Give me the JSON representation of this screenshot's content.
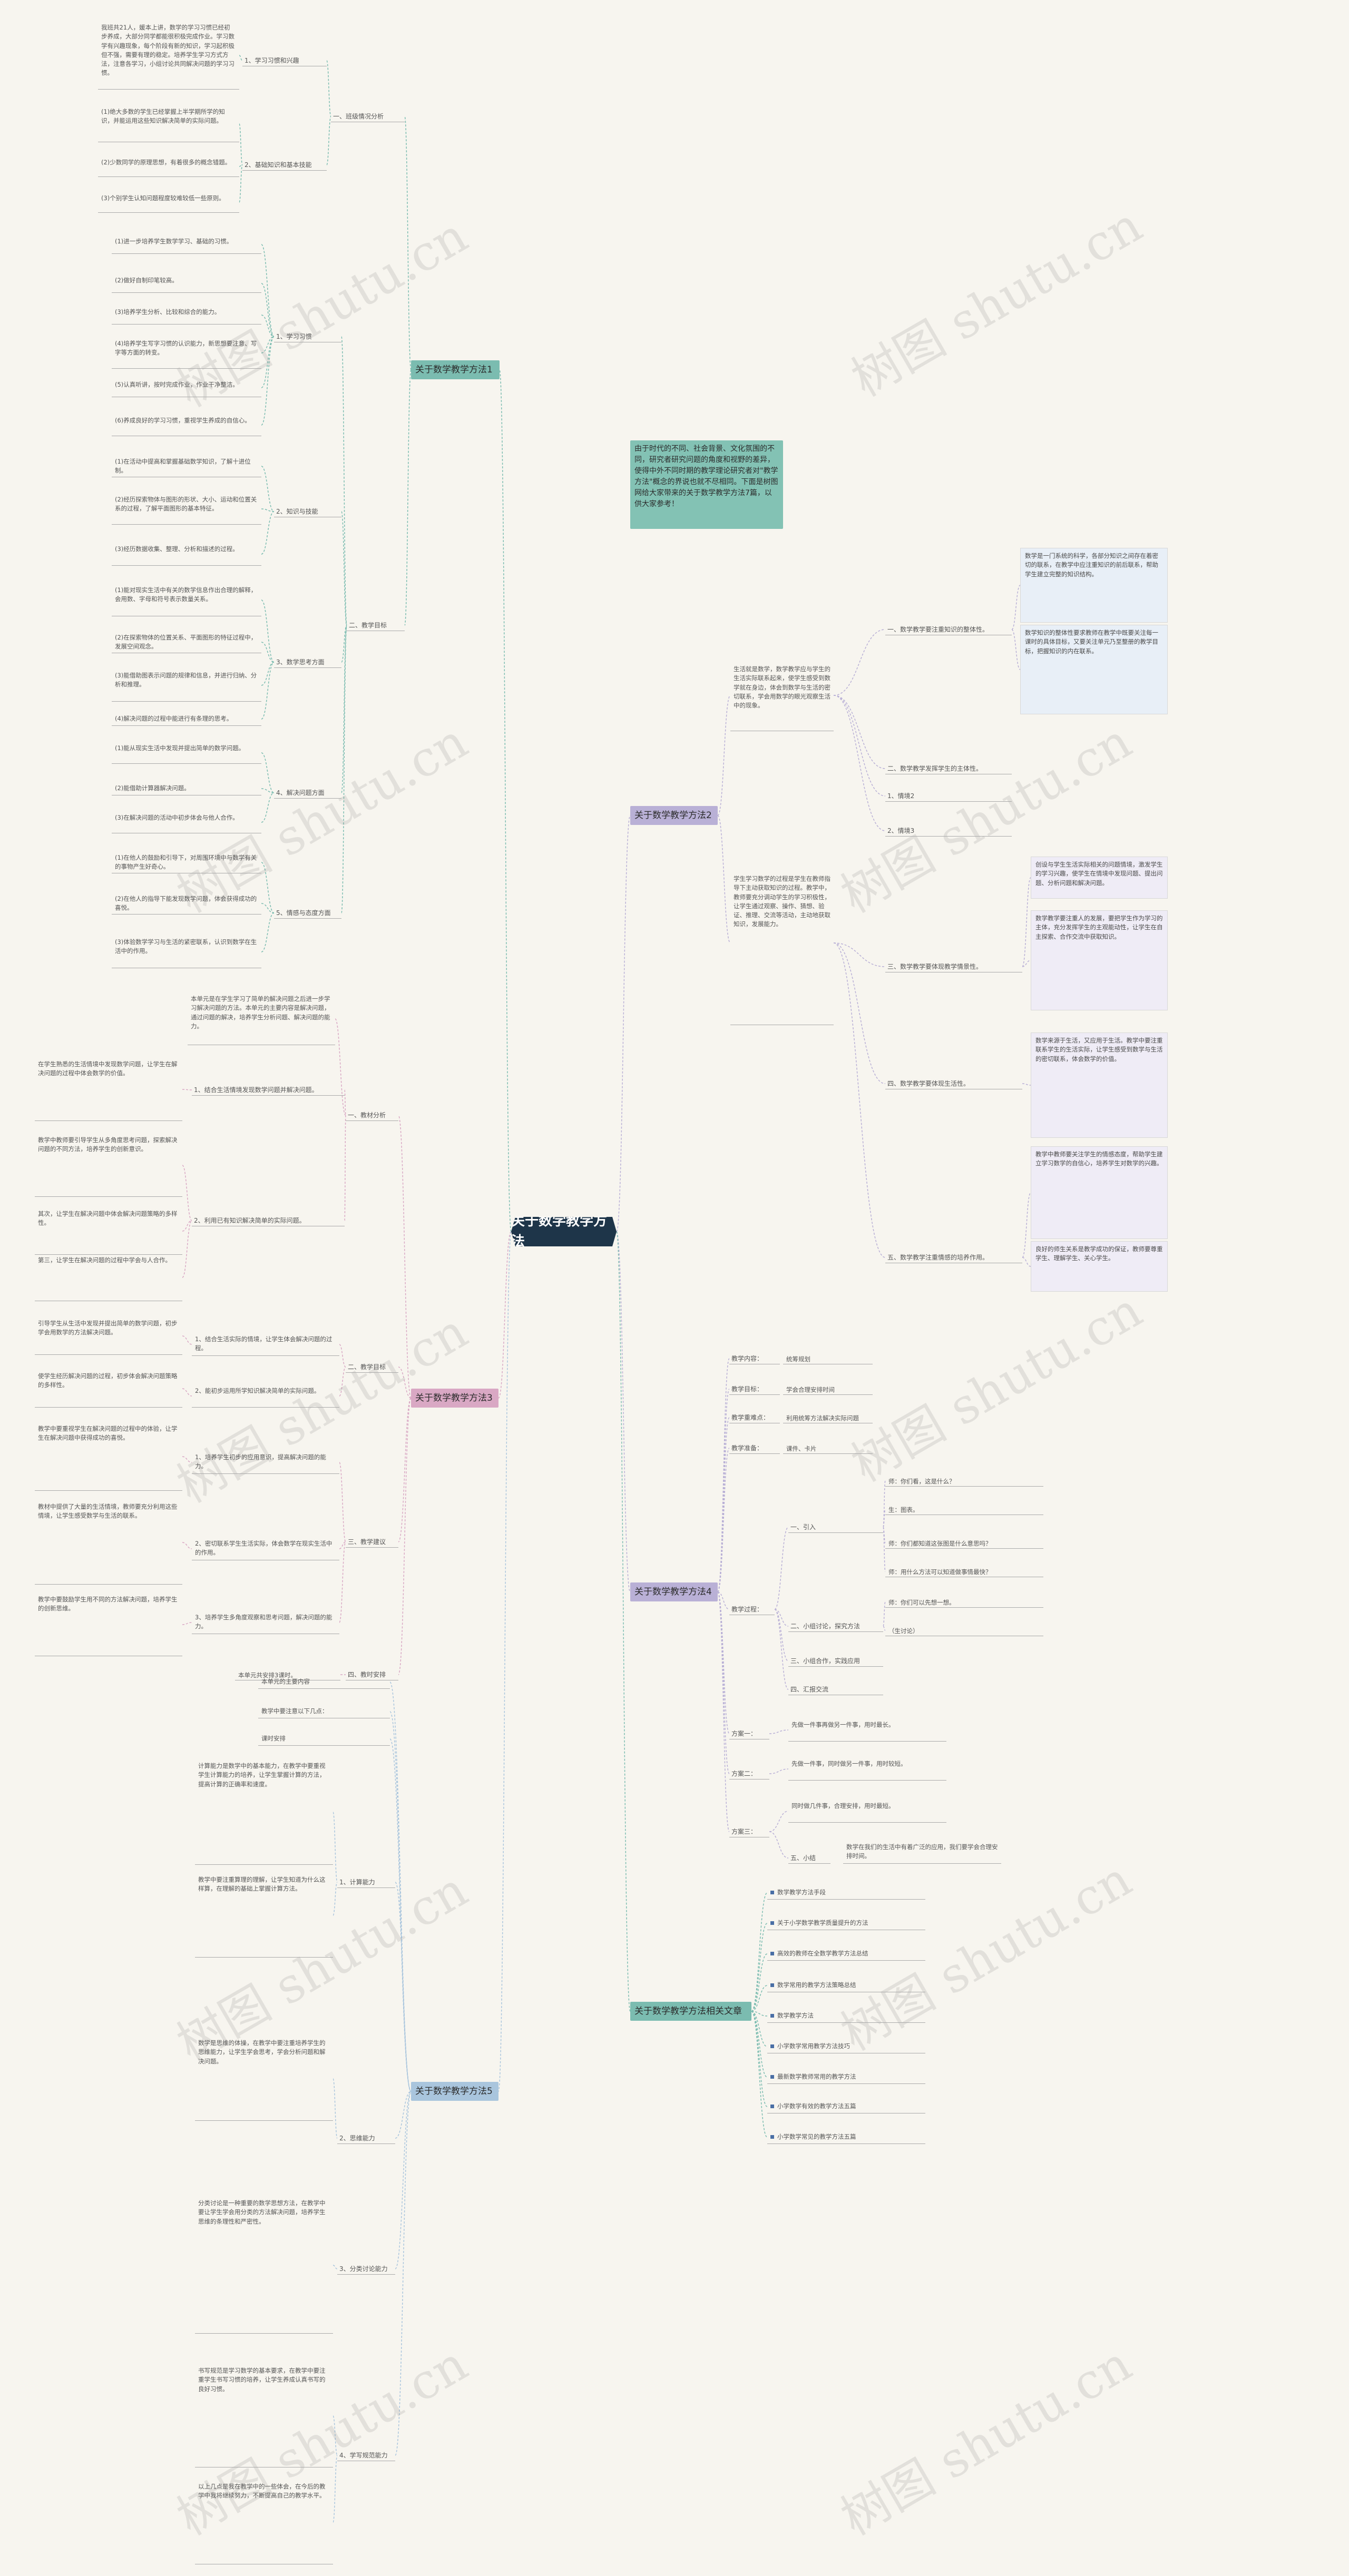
{
  "root": {
    "title": "关于数学教学方法"
  },
  "watermark": "树图 shutu.cn",
  "intro": "由于时代的不同、社会背景、文化氛围的不同，研究者研究问题的角度和视野的差异，使得中外不同时期的教学理论研究者对\"教学方法\"概念的界说也就不尽相同。下面是树图网给大家带来的关于数学教学方法7篇，以供大家参考！",
  "branches": {
    "b1": {
      "title": "关于数学教学方法1",
      "sections": {
        "s1": {
          "title": "一、班级情况分析",
          "items": [
            {
              "title": "1、学习习惯和兴趣",
              "notes": [
                "我班共21人，媛本上讲，数学的学习习惯已经初步养成，大部分同学都能很积极完成作业。学习数学有兴趣现象，每个阶段有新的知识，学习起积极但不强，需要有理的稳定。培养学生学习方式方法，注意各学习，小组讨论共同解决问题的学习习惯。"
              ]
            },
            {
              "title": "2、基础知识和基本技能",
              "notes": [
                "(1)绝大多数的学生已经掌握上半学期所学的知识，并能运用这些知识解决简单的实际问题。",
                "(2)少数同学的原理思想，有着很多的概念错题。",
                "(3)个别学生认知问题程度较难较低一些原则。"
              ]
            }
          ]
        },
        "s2": {
          "title": "二、教学目标",
          "items": [
            {
              "title": "1、学习习惯",
              "notes": [
                "(1)进一步培养学生数学学习、基础的习惯。",
                "(2)做好自制印笔较高。",
                "(3)培养学生分析、比较和综合的能力。",
                "(4)培养学生写字习惯的认识能力，新思想要注意、写字等方面的转变。",
                "(5)认真听讲，按时完成作业，作业干净整洁。",
                "(6)养成良好的学习习惯，重视学生养成的自信心。"
              ]
            },
            {
              "title": "2、知识与技能",
              "notes": [
                "(1)在活动中提高和掌握基础数学知识，了解十进位制。",
                "(2)经历探索物体与图形的形状、大小、运动和位置关系的过程，了解平面图形的基本特征。",
                "(3)经历数据收集、整理、分析和描述的过程。"
              ]
            },
            {
              "title": "3、数学思考方面",
              "notes": [
                "(1)能对现实生活中有关的数学信息作出合理的解释，会用数、字母和符号表示数量关系。",
                "(2)在探索物体的位置关系、平面图形的特征过程中，发展空间观念。",
                "(3)能借助图表示问题的规律和信息，并进行归纳、分析和推理。",
                "(4)解决问题的过程中能进行有条理的思考。"
              ]
            },
            {
              "title": "4、解决问题方面",
              "notes": [
                "(1)能从现实生活中发现并提出简单的数学问题。",
                "(2)能借助计算器解决问题。",
                "(3)在解决问题的活动中初步体会与他人合作。"
              ]
            },
            {
              "title": "5、情感与态度方面",
              "notes": [
                "(1)在他人的鼓励和引导下，对周围环境中与数学有关的事物产生好奇心。",
                "(2)在他人的指导下能发现数学问题，体会获得成功的喜悦。",
                "(3)体验数学学习与生活的紧密联系，认识到数学在生活中的作用。"
              ]
            }
          ]
        }
      }
    },
    "b2": {
      "title": "关于数学教学方法2",
      "lead": "生活就是数学，数学教学应与学生的生活实际联系起来，使学生感受到数学就在身边，体会到数学与生活的密切联系，学会用数学的眼光观察生活中的现象。",
      "items": [
        {
          "title": "一、数学教学要注重知识的整体性。",
          "notes": [
            "数学是一门系统的科学，各部分知识之间存在着密切的联系，在教学中应注重知识的前后联系，帮助学生建立完整的知识结构。",
            "数学知识的整体性要求教师在教学中既要关注每一课时的具体目标，又要关注单元乃至整册的教学目标，把握知识的内在联系。"
          ]
        },
        {
          "title": "二、数学教学发挥学生的主体性。",
          "notes": []
        },
        {
          "title": "1、情境2",
          "notes": []
        },
        {
          "title": "2、情境3",
          "notes": []
        }
      ],
      "lead2": "学生学习数学的过程是学生在教师指导下主动获取知识的过程。教学中，教师要充分调动学生的学习积极性，让学生通过观察、操作、猜想、验证、推理、交流等活动，主动地获取知识，发展能力。",
      "items2": [
        {
          "title": "三、数学教学要体现教学情景性。",
          "notes": [
            "创设与学生生活实际相关的问题情境，激发学生的学习兴趣，使学生在情境中发现问题、提出问题、分析问题和解决问题。",
            "数学教学要注重人的发展，要把学生作为学习的主体，充分发挥学生的主观能动性，让学生在自主探索、合作交流中获取知识。"
          ]
        },
        {
          "title": "四、数学教学要体现生活性。",
          "notes": [
            "数学来源于生活，又应用于生活。教学中要注重联系学生的生活实际，让学生感受到数学与生活的密切联系，体会数学的价值。"
          ]
        },
        {
          "title": "五、数学教学注重情感的培养作用。",
          "notes": [
            "教学中教师要关注学生的情感态度，帮助学生建立学习数学的自信心，培养学生对数学的兴趣。",
            "良好的师生关系是教学成功的保证，教师要尊重学生、理解学生、关心学生。"
          ]
        }
      ]
    },
    "b3": {
      "title": "关于数学教学方法3",
      "sections": {
        "s1": {
          "title": "一、教材分析",
          "notes": [
            "本单元是在学生学习了简单的解决问题之后进一步学习解决问题的方法。本单元的主要内容是解决问题，通过问题的解决，培养学生分析问题、解决问题的能力。"
          ],
          "items": [
            {
              "title": "1、结合生活情境发现数学问题并解决问题。",
              "notes": [
                "在学生熟悉的生活情境中发现数学问题，让学生在解决问题的过程中体会数学的价值。"
              ]
            },
            {
              "title": "2、利用已有知识解决简单的实际问题。",
              "notes": [
                "教学中教师要引导学生从多角度思考问题，探索解决问题的不同方法，培养学生的创新意识。",
                "其次，让学生在解决问题中体会解决问题策略的多样性。",
                "第三，让学生在解决问题的过程中学会与人合作。"
              ]
            }
          ]
        },
        "s2": {
          "title": "二、教学目标",
          "items": [
            {
              "title": "1、结合生活实际的情境，让学生体会解决问题的过程。",
              "notes": [
                "引导学生从生活中发现并提出简单的数学问题，初步学会用数学的方法解决问题。"
              ]
            },
            {
              "title": "2、能初步运用所学知识解决简单的实际问题。",
              "notes": [
                "使学生经历解决问题的过程，初步体会解决问题策略的多样性。"
              ]
            }
          ]
        },
        "s3": {
          "title": "三、教学建议",
          "items": [
            {
              "title": "1、培养学生初步的应用意识，提高解决问题的能力。",
              "notes": [
                "教学中要重视学生在解决问题的过程中的体验，让学生在解决问题中获得成功的喜悦。"
              ]
            },
            {
              "title": "2、密切联系学生生活实际，体会数学在现实生活中的作用。",
              "notes": [
                "教材中提供了大量的生活情境，教师要充分利用这些情境，让学生感受数学与生活的联系。"
              ]
            },
            {
              "title": "3、培养学生多角度观察和思考问题，解决问题的能力。",
              "notes": [
                "教学中要鼓励学生用不同的方法解决问题，培养学生的创新思维。"
              ]
            }
          ]
        },
        "s4": {
          "title": "四、教时安排",
          "notes": [
            "本单元共安排3课时。"
          ]
        }
      }
    },
    "b4": {
      "title": "关于数学教学方法4",
      "fields": [
        {
          "k": "教学内容：",
          "v": "统筹规划"
        },
        {
          "k": "教学目标：",
          "v": "学会合理安排时间"
        },
        {
          "k": "教学重难点：",
          "v": "利用统筹方法解决实际问题"
        },
        {
          "k": "教学准备：",
          "v": "课件、卡片"
        }
      ],
      "process": {
        "title": "教学过程：",
        "steps": [
          {
            "title": "一、引入",
            "notes": [
              "师：你们看，这是什么？",
              "生：图表。",
              "师：你们都知道这张图是什么意思吗？",
              "师：用什么方法可以知道做事情最快？"
            ]
          },
          {
            "title": "二、小组讨论，探究方法",
            "notes": [
              "师：你们可以先想一想。",
              "（生讨论）"
            ]
          },
          {
            "title": "三、小组合作，实践应用",
            "notes": []
          },
          {
            "title": "四、汇报交流",
            "notes": []
          }
        ]
      },
      "plans": [
        {
          "title": "方案一：",
          "note": "先做一件事再做另一件事，用时最长。"
        },
        {
          "title": "方案二：",
          "note": "先做一件事，同时做另一件事，用时较短。"
        },
        {
          "title": "方案三：",
          "note": "同时做几件事，合理安排，用时最短。"
        }
      ],
      "summary": {
        "title": "五、小结",
        "note": "数学在我们的生活中有着广泛的应用，我们要学会合理安排时间。"
      }
    },
    "b5": {
      "title": "关于数学教学方法相关文章",
      "links": [
        "数学教学方法手段",
        "关于小学数学教学质量提升的方法",
        "高效的教师在全数学教学方法总结",
        "数学常用的教学方法策略总结",
        "数学教学方法",
        "小学数学常用教学方法技巧",
        "最新数学教师常用的教学方法",
        "小学数学有效的教学方法五篇",
        "小学数学常见的教学方法五篇"
      ]
    },
    "b6": {
      "title": "关于数学教学方法5",
      "head": [
        "本单元的主要内容",
        "教学中要注意以下几点：",
        "课时安排"
      ],
      "items": [
        {
          "title": "1、计算能力",
          "notes": [
            "计算能力是数学中的基本能力，在教学中要重视学生计算能力的培养，让学生掌握计算的方法，提高计算的正确率和速度。",
            "教学中要注重算理的理解，让学生知道为什么这样算，在理解的基础上掌握计算方法。"
          ]
        },
        {
          "title": "2、思维能力",
          "notes": [
            "数学是思维的体操，在教学中要注重培养学生的思维能力，让学生学会思考，学会分析问题和解决问题。"
          ]
        },
        {
          "title": "3、分类讨论能力",
          "notes": [
            "分类讨论是一种重要的数学思想方法，在教学中要让学生学会用分类的方法解决问题，培养学生思维的条理性和严密性。"
          ]
        },
        {
          "title": "4、学写规范能力",
          "notes": [
            "书写规范是学习数学的基本要求，在教学中要注重学生书写习惯的培养，让学生养成认真书写的良好习惯。",
            "以上几点是我在教学中的一些体会，在今后的教学中我将继续努力，不断提高自己的教学水平。"
          ]
        }
      ]
    }
  }
}
